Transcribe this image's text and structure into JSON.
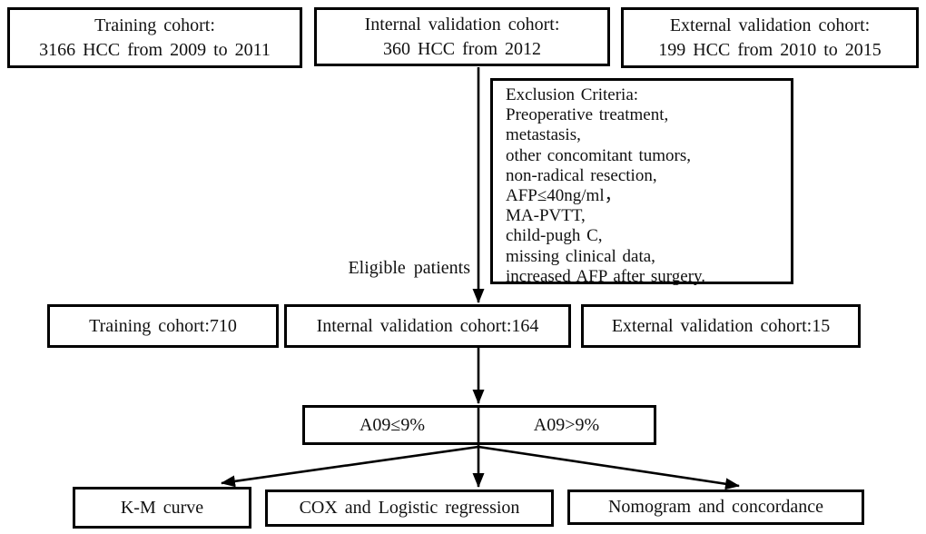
{
  "figure": {
    "colors": {
      "line": "#000000",
      "background": "#ffffff",
      "text": "#111111"
    },
    "top_row": [
      {
        "line1": "Training cohort:",
        "line2": "3166 HCC from 2009 to 2011"
      },
      {
        "line1": "Internal validation cohort:",
        "line2": "360 HCC from 2012"
      },
      {
        "line1": "External validation cohort:",
        "line2": "199 HCC from 2010 to 2015"
      }
    ],
    "exclusion": {
      "lines": [
        "Exclusion Criteria:",
        "Preoperative treatment,",
        "metastasis,",
        "other concomitant tumors,",
        "non-radical resection,",
        "AFP≤40ng/ml，",
        "MA-PVTT,",
        "child-pugh C,",
        "missing clinical data,",
        "increased AFP after surgery."
      ]
    },
    "eligible_label": "Eligible patients",
    "cohort_row": [
      {
        "label": "Training cohort:710"
      },
      {
        "label": "Internal validation cohort:164"
      },
      {
        "label": "External validation cohort:15"
      }
    ],
    "split": {
      "left": "A09≤9%",
      "right": "A09>9%"
    },
    "outcome_row": [
      {
        "label": "K-M curve"
      },
      {
        "label": "COX and Logistic regression"
      },
      {
        "label": "Nomogram and concordance"
      }
    ]
  }
}
